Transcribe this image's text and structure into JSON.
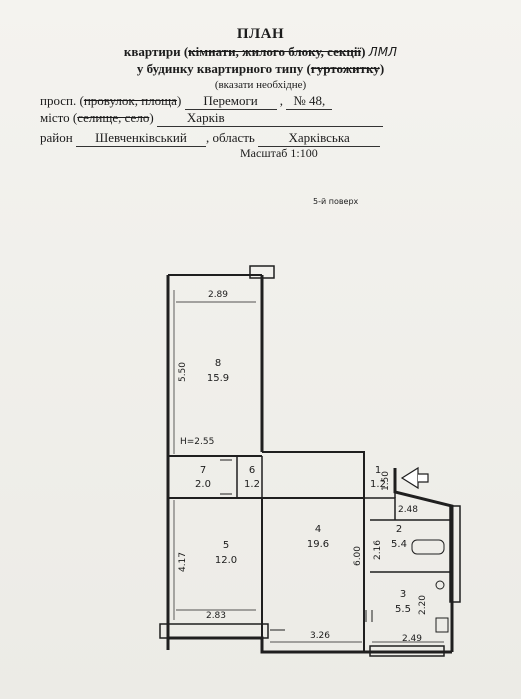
{
  "header": {
    "title": "ПЛАН",
    "line2_a": "квартири (",
    "line2_strike": "кімнати, жилого блоку, секції",
    "line2_b": ")",
    "line2_hand": "ЛМЛ",
    "line3_a": "у будинку квартирного типу (",
    "line3_strike": "гуртожитку",
    "line3_b": ")",
    "line4": "(вказати необхідне)"
  },
  "address": {
    "street_prefix": "просп. (",
    "street_strike": "провулок, площа",
    "street_suffix": ")",
    "street_value": "Перемоги",
    "house_value": "№ 48,",
    "city_prefix": "місто (",
    "city_strike": "селище, село",
    "city_suffix": ")",
    "city_value": "Харків",
    "district_label": "район",
    "district_value": "Шевченківський",
    "region_label": ", область",
    "region_value": "Харківська"
  },
  "scale": "Масштаб 1:100",
  "floor": "5-й поверх",
  "rooms": [
    {
      "num": "8",
      "area": "15.9"
    },
    {
      "num": "7",
      "area": "2.0"
    },
    {
      "num": "6",
      "area": "1.2"
    },
    {
      "num": "1",
      "area": "1.2"
    },
    {
      "num": "5",
      "area": "12.0"
    },
    {
      "num": "4",
      "area": "19.6"
    },
    {
      "num": "2",
      "area": "5.4"
    },
    {
      "num": "3",
      "area": "5.5"
    }
  ],
  "dims": {
    "d289": "2.89",
    "d550": "5.50",
    "h255": "H=2.55",
    "d150": "1.50",
    "d248": "2.48",
    "d216": "2.16",
    "d600": "6.00",
    "d417": "4.17",
    "d220": "2.20",
    "d283": "2.83",
    "d326": "3.26",
    "d249": "2.49"
  }
}
